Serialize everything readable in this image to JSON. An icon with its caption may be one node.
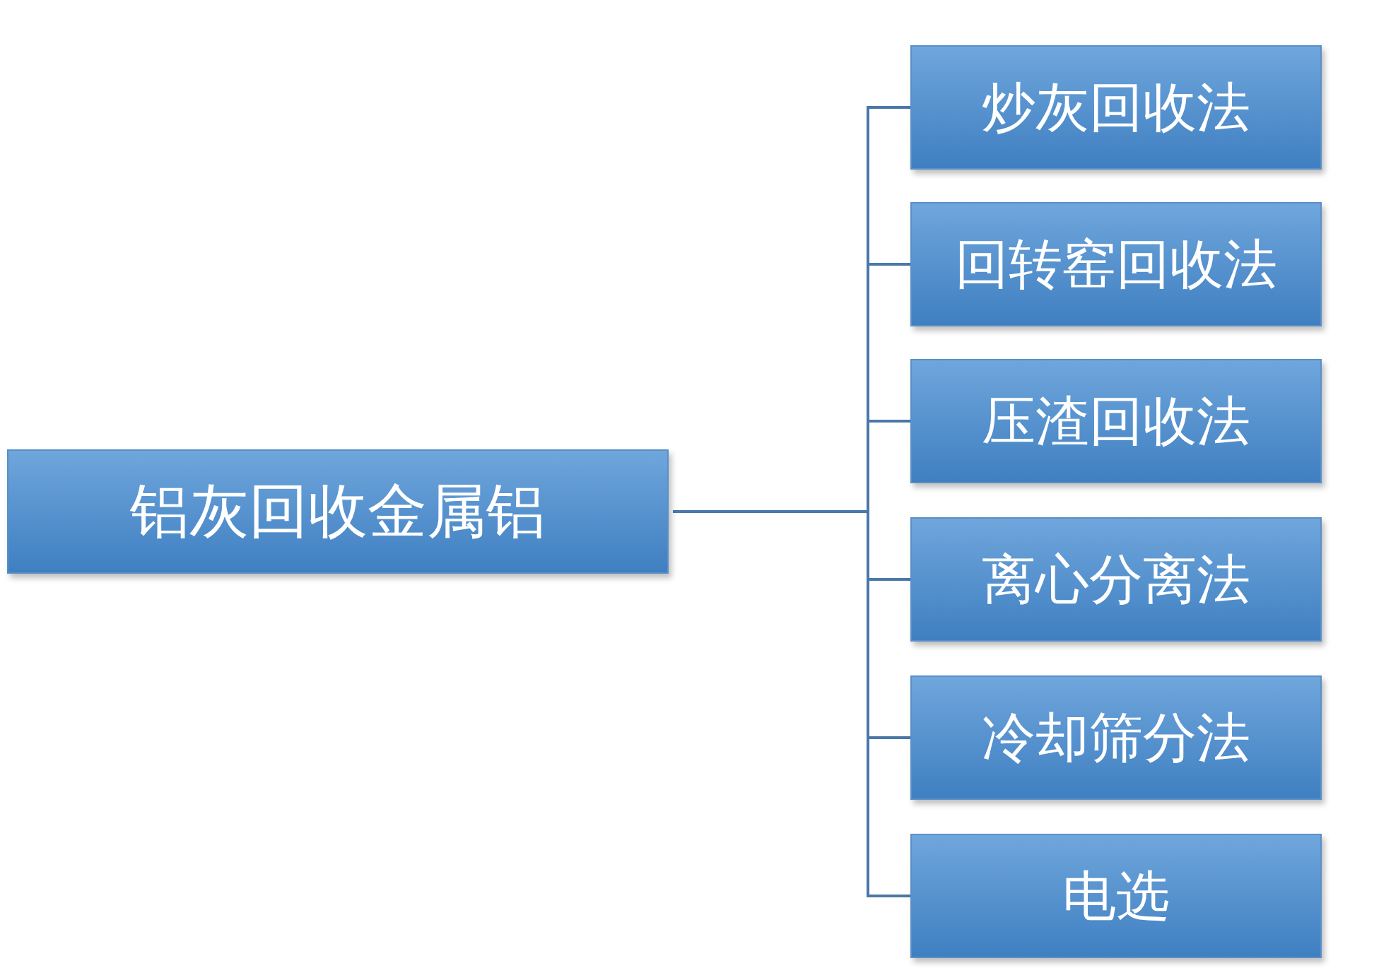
{
  "diagram": {
    "nodes": [
      {
        "text": [
          "铝灰回收金属铝"
        ]
      },
      {
        "text": [
          "炒灰回收法"
        ]
      },
      {
        "text": [
          "回转窑回收法"
        ]
      },
      {
        "text": [
          "压渣回收法"
        ]
      },
      {
        "text": [
          "离心分离法"
        ]
      },
      {
        "text": [
          "冷却筛分法"
        ]
      },
      {
        "text": [
          "电选"
        ]
      }
    ],
    "edges": [
      {
        "from": 0,
        "to": 1,
        "arrow": "none"
      },
      {
        "from": 0,
        "to": 2,
        "arrow": "none"
      },
      {
        "from": 0,
        "to": 3,
        "arrow": "none"
      },
      {
        "from": 0,
        "to": 4,
        "arrow": "none"
      },
      {
        "from": 0,
        "to": 5,
        "arrow": "none"
      },
      {
        "from": 0,
        "to": 6,
        "arrow": "none"
      }
    ]
  }
}
